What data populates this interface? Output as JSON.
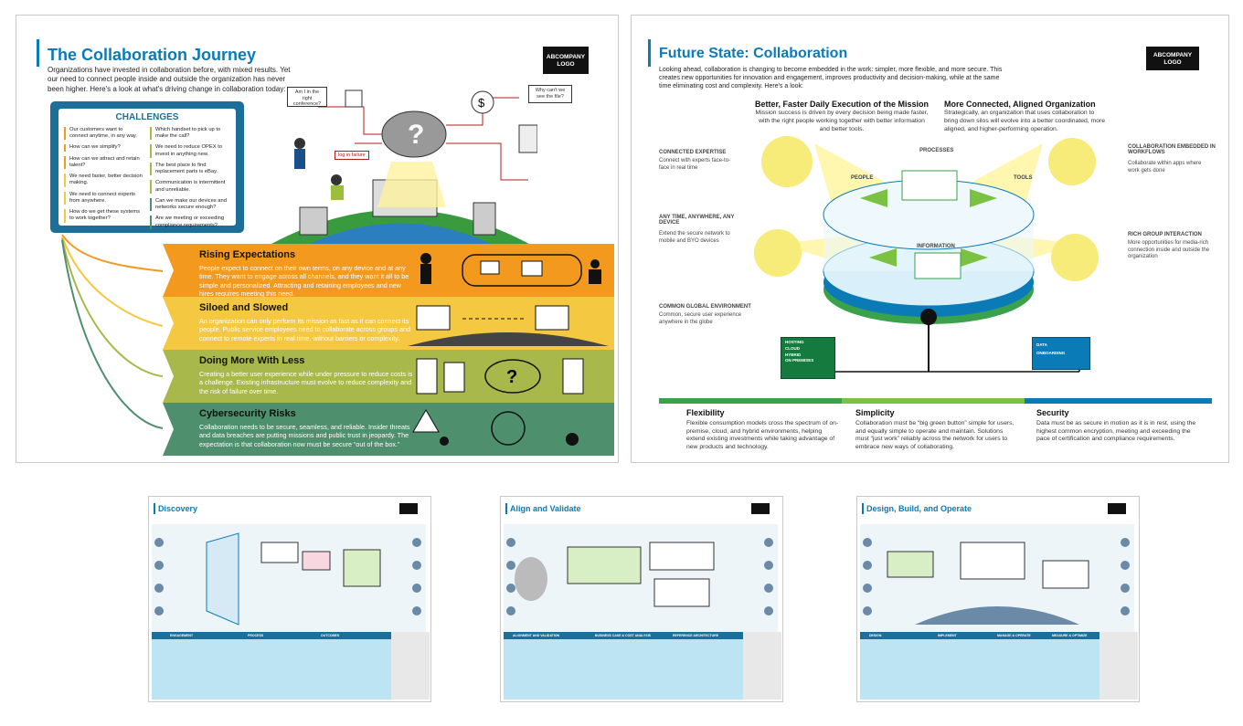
{
  "sheet1": {
    "title": "The Collaboration Journey",
    "intro": "Organizations have invested in collaboration before, with mixed results. Yet our need to connect people inside and outside the organization has never been higher. Here's a look at what's driving change in collaboration today:",
    "logo_line1": "ABCOMPANY",
    "logo_line2": "LOGO",
    "bubbles": {
      "conference": "Am I in the right conference?",
      "file": "Why can't we see the file?",
      "login": "log in failure"
    },
    "challenges": {
      "title": "CHALLENGES",
      "left": [
        "Our customers want to connect anytime, in any way.",
        "How can we simplify?",
        "How can we attract and retain talent?",
        "We need faster, better decision making.",
        "We need to connect experts from anywhere.",
        "How do we get these systems to work together?"
      ],
      "right": [
        "Which handset to pick up to make the call?",
        "We need to reduce OPEX to invest in anything new.",
        "The best place to find replacement parts is eBay.",
        "Communication is intermittent and unreliable.",
        "Can we make our devices and networks secure enough?",
        "Are we meeting or exceeding compliance requirements?"
      ]
    },
    "bands": [
      {
        "title": "Rising Expectations",
        "text": "People expect to connect on their own terms, on any device and at any time. They want to engage across all channels, and they want it all to be simple and personalized. Attracting and retaining employees and new hires requires meeting this need.",
        "color": "#f39a1e"
      },
      {
        "title": "Siloed and Slowed",
        "text": "An organization can only perform its mission as fast as it can connect its people. Public service employees need to collaborate across groups and connect to remote experts in real time, without barriers or complexity.",
        "color": "#f5c842"
      },
      {
        "title": "Doing More With Less",
        "text": "Creating a better user experience while under pressure to reduce costs is a challenge. Existing infrastructure must evolve to reduce complexity and the risk of failure over time.",
        "color": "#a9b84a"
      },
      {
        "title": "Cybersecurity Risks",
        "text": "Collaboration needs to be secure, seamless, and reliable. Insider threats and data breaches are putting missions and public trust in jeopardy. The expectation is that collaboration now must be secure “out of the box.”",
        "color": "#4e8f6e"
      }
    ]
  },
  "sheet2": {
    "title": "Future State: Collaboration",
    "intro": "Looking ahead, collaboration is changing to become embedded in the work: simpler, more flexible, and more secure. This creates new opportunities for innovation and engagement, improves productivity and decision-making, while at the same time eliminating cost and complexity. Here's a look:",
    "logo_line1": "ABCOMPANY",
    "logo_line2": "LOGO",
    "head_left": "Better, Faster Daily Execution of the Mission",
    "text_left": "Mission success is driven by every decision being made faster, with the right people working together with better information and better tools.",
    "head_right": "More Connected, Aligned Organization",
    "text_right": "Strategically, an organization that uses collaboration to bring down silos will evolve into a better coordinated, more aligned, and higher-performing operation.",
    "side_items": [
      {
        "label": "CONNECTED EXPERTISE",
        "text": "Connect with experts face-to-face in real time"
      },
      {
        "label": "ANY TIME, ANYWHERE, ANY DEVICE",
        "text": "Extend the secure network to mobile and BYO devices"
      },
      {
        "label": "COMMON GLOBAL ENVIRONMENT",
        "text": "Common, secure user experience anywhere in the globe"
      },
      {
        "label": "COLLABORATION EMBEDDED IN WORKFLOWS",
        "text": "Collaborate within apps where work gets done"
      },
      {
        "label": "RICH GROUP INTERACTION",
        "text": "More opportunities for media-rich connection inside and outside the organization"
      }
    ],
    "disc_labels": {
      "people": "PEOPLE",
      "processes": "PROCESSES",
      "tools": "TOOLS",
      "information": "INFORMATION"
    },
    "hosting": {
      "h": "HOSTING",
      "c": "CLOUD",
      "y": "HYBRID",
      "o": "ON PREMISES"
    },
    "data_panel": {
      "data": "DATA",
      "onboarding": "ONBOARDING"
    },
    "bottom": [
      {
        "title": "Flexibility",
        "text": "Flexible consumption models cross the spectrum of on-premise, cloud, and hybrid environments, helping extend existing investments while taking advantage of new products and technology."
      },
      {
        "title": "Simplicity",
        "text": "Collaboration must be “big green button” simple for users, and equally simple to operate and maintain. Solutions must “just work” reliably across the network for users to embrace new ways of collaborating."
      },
      {
        "title": "Security",
        "text": "Data must be as secure in motion as it is in rest, using the highest common encryption, meeting and exceeding the pace of certification and compliance requirements."
      }
    ]
  },
  "small_sheets": [
    {
      "title": "Discovery",
      "cols": [
        "ENGAGEMENT",
        "PROCESS",
        "OUTCOMES"
      ]
    },
    {
      "title": "Align and Validate",
      "cols": [
        "ALIGNMENT AND VALIDATION",
        "BUSINESS CASE & COST ANALYSIS",
        "REFERENCE ARCHITECTURE"
      ]
    },
    {
      "title": "Design, Build, and Operate",
      "cols": [
        "DESIGN",
        "IMPLEMENT",
        "MANAGE & OPERATE",
        "MEASURE & OPTIMIZE"
      ]
    }
  ],
  "colors": {
    "brand_blue": "#0b7bb8",
    "dark_blue": "#1b6f99",
    "green": "#3aa24a",
    "light_blue": "#bde4f2"
  }
}
